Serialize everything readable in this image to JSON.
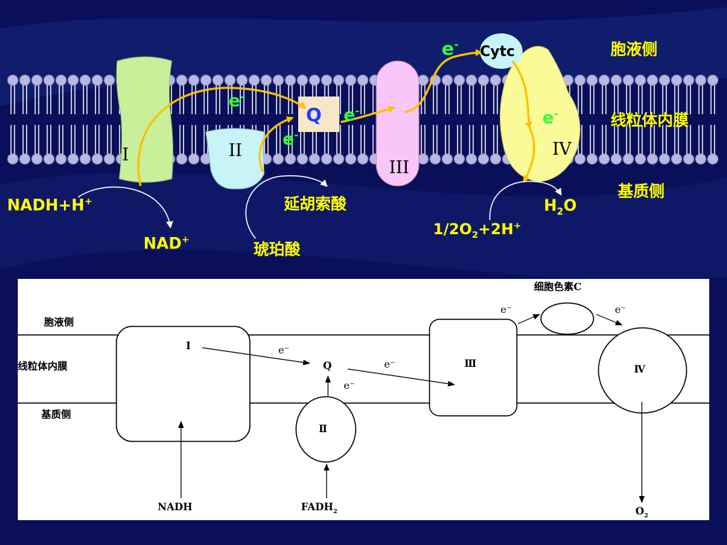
{
  "top": {
    "side_cytosol": "胞液侧",
    "side_membrane": "线粒体内膜",
    "side_matrix": "基质侧",
    "complex_I": "I",
    "complex_II": "II",
    "complex_III": "III",
    "complex_IV": "IV",
    "q": "Q",
    "cytc": "Cytc",
    "electron": "e",
    "electron_sup": "-",
    "nadh": "NADH",
    "nadh_plus": "+H",
    "nadh_sup": "+",
    "nad": "NAD",
    "nad_sup": "+",
    "fumarate": "延胡索酸",
    "succinate": "琥珀酸",
    "water_h": "H",
    "water_sub": "2",
    "water_o": "O",
    "oxygen_pre": "1/2O",
    "oxygen_sub": "2",
    "oxygen_post": "+2H",
    "oxygen_sup": "+",
    "colors": {
      "background": "#0a0f5a",
      "text_yellow": "#ffff00",
      "electron_green": "#33ff33",
      "arrow_orange": "#ffc000",
      "complex_I": "#c8f09a",
      "complex_II": "#c8f4f8",
      "complex_III": "#f8c6f8",
      "complex_IV": "#fafa98",
      "q_box": "#f8e6c8"
    }
  },
  "bottom": {
    "side_cytosol": "胞液侧",
    "side_membrane": "线粒体内膜",
    "side_matrix": "基质侧",
    "cytochrome_c": "细胞色素C",
    "complex_I": "I",
    "complex_II": "Ⅱ",
    "complex_III": "Ⅲ",
    "complex_IV": "Ⅳ",
    "q": "Q",
    "e1": "e⁻",
    "e2": "e⁻",
    "e3": "e⁻",
    "e4": "e⁻",
    "e5": "e⁻",
    "nadh": "NADH",
    "fadh": "FADH",
    "fadh_sub": "2",
    "o2": "O",
    "o2_sub": "2"
  }
}
